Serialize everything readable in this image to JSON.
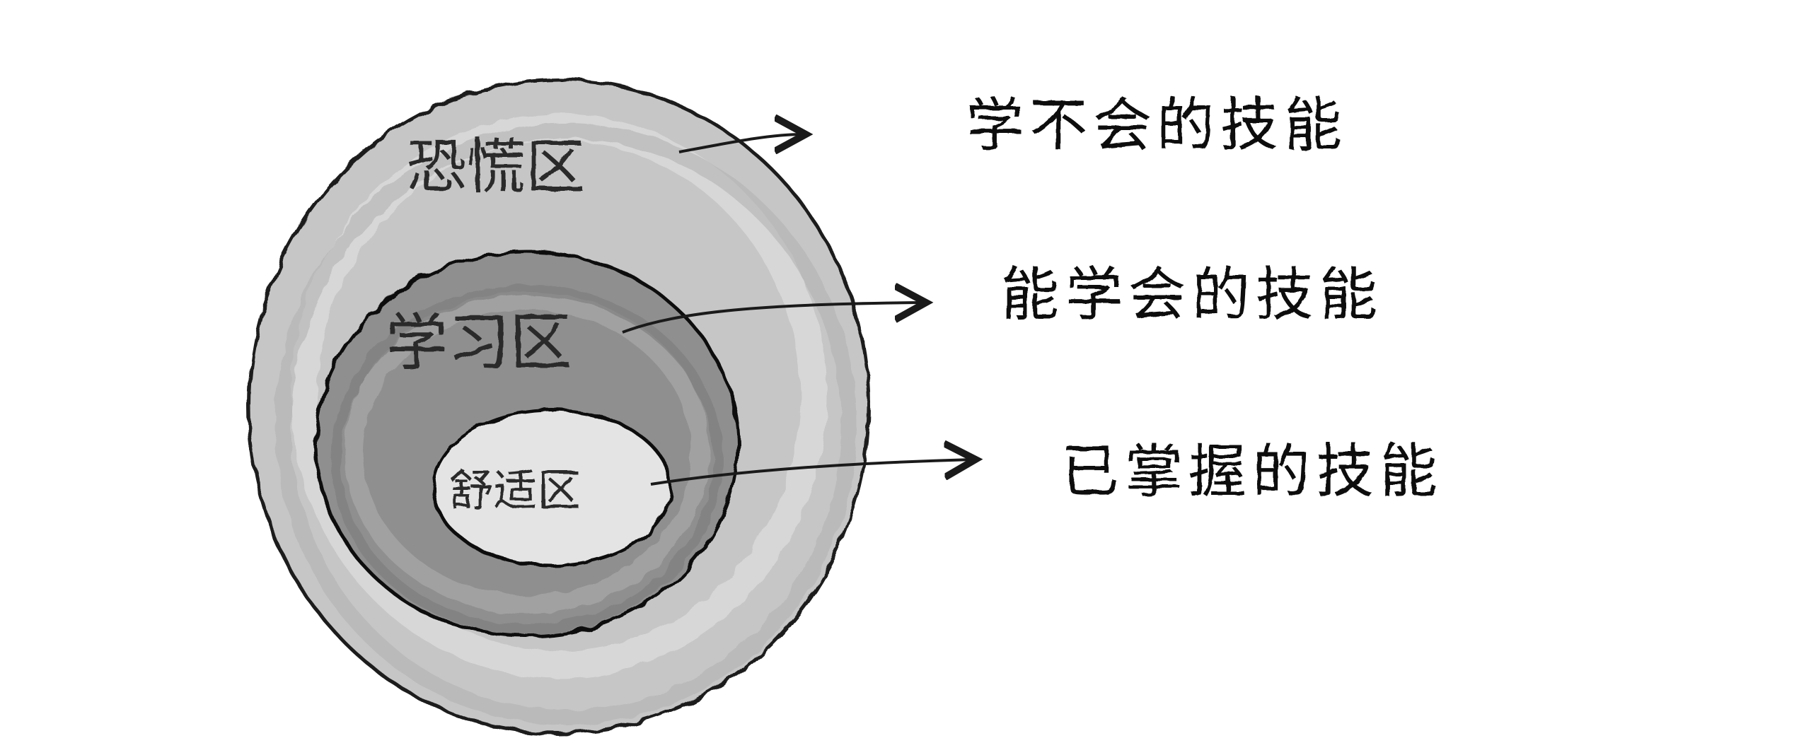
{
  "zones": [
    {
      "id": "panic",
      "label": "恐慌区",
      "description": "学不会的技能"
    },
    {
      "id": "learning",
      "label": "学习区",
      "description": "能学会的技能"
    },
    {
      "id": "comfort",
      "label": "舒适区",
      "description": "已掌握的技能"
    }
  ],
  "colors": {
    "outer_fill": "#c4c4c4",
    "middle_fill": "#8f8f8f",
    "inner_fill": "#e6e6e6",
    "ink": "#1a1a1a",
    "background": "#ffffff"
  }
}
